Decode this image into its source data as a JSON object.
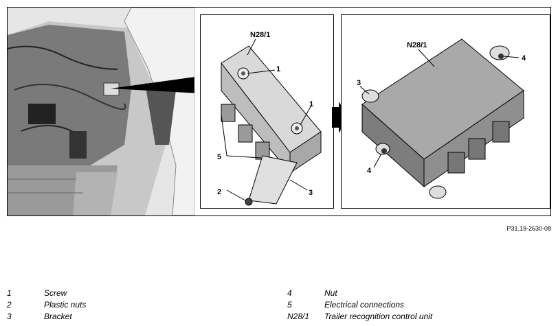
{
  "figure": {
    "code": "P31.19-2630-08",
    "callouts": {
      "n28_detail": "N28/1",
      "n28_mounted": "N28/1",
      "c1a": "1",
      "c1b": "1",
      "c2": "2",
      "c3a": "3",
      "c3b": "3",
      "c4a": "4",
      "c4b": "4",
      "c5": "5"
    }
  },
  "legend": {
    "left": [
      {
        "num": "1",
        "text": "Screw"
      },
      {
        "num": "2",
        "text": "Plastic nuts"
      },
      {
        "num": "3",
        "text": "Bracket"
      }
    ],
    "right": [
      {
        "num": "4",
        "text": "Nut"
      },
      {
        "num": "5",
        "text": "Electrical connections"
      },
      {
        "num": "N28/1",
        "text": "Trailer recognition control unit"
      }
    ]
  }
}
